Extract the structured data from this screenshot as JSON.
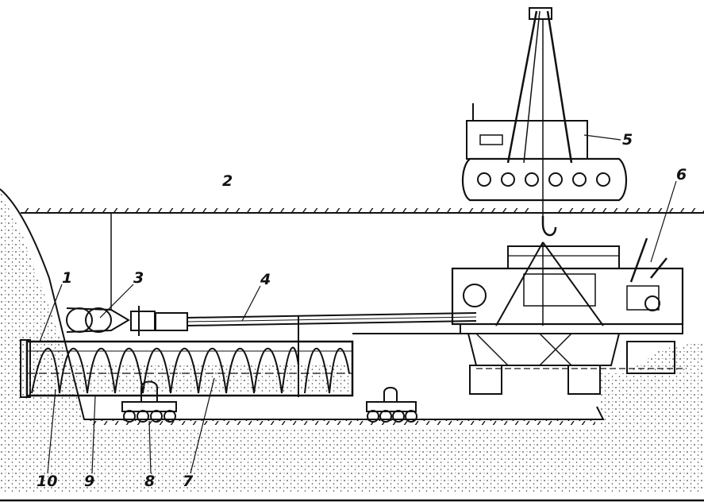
{
  "callouts": {
    "c1": "1",
    "c2": "2",
    "c3": "3",
    "c4": "4",
    "c5": "5",
    "c6": "6",
    "c7": "7",
    "c8": "8",
    "c9": "9",
    "c10": "10"
  },
  "colors": {
    "ink": "#111111",
    "paper": "#ffffff",
    "soil": "#444444"
  }
}
